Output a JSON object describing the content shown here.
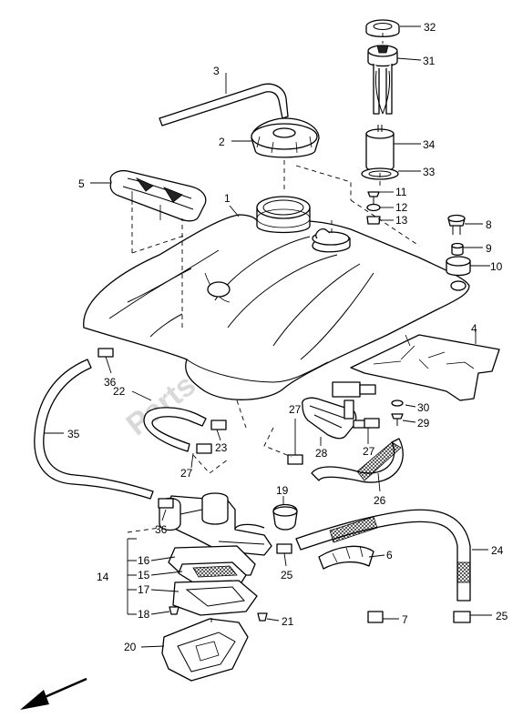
{
  "watermark": "PartsRepublik",
  "callouts": [
    {
      "id": "c1",
      "label": "1"
    },
    {
      "id": "c2",
      "label": "2"
    },
    {
      "id": "c3",
      "label": "3"
    },
    {
      "id": "c4",
      "label": "4"
    },
    {
      "id": "c5",
      "label": "5"
    },
    {
      "id": "c6",
      "label": "6"
    },
    {
      "id": "c7",
      "label": "7"
    },
    {
      "id": "c8",
      "label": "8"
    },
    {
      "id": "c9",
      "label": "9"
    },
    {
      "id": "c10",
      "label": "10"
    },
    {
      "id": "c11",
      "label": "11"
    },
    {
      "id": "c12",
      "label": "12"
    },
    {
      "id": "c13",
      "label": "13"
    },
    {
      "id": "c14",
      "label": "14"
    },
    {
      "id": "c15",
      "label": "15"
    },
    {
      "id": "c16",
      "label": "16"
    },
    {
      "id": "c17",
      "label": "17"
    },
    {
      "id": "c18",
      "label": "18"
    },
    {
      "id": "c19",
      "label": "19"
    },
    {
      "id": "c20",
      "label": "20"
    },
    {
      "id": "c21",
      "label": "21"
    },
    {
      "id": "c22",
      "label": "22"
    },
    {
      "id": "c23",
      "label": "23"
    },
    {
      "id": "c24",
      "label": "24"
    },
    {
      "id": "c25a",
      "label": "25"
    },
    {
      "id": "c25b",
      "label": "25"
    },
    {
      "id": "c26",
      "label": "26"
    },
    {
      "id": "c27a",
      "label": "27"
    },
    {
      "id": "c27b",
      "label": "27"
    },
    {
      "id": "c27c",
      "label": "27"
    },
    {
      "id": "c28",
      "label": "28"
    },
    {
      "id": "c29",
      "label": "29"
    },
    {
      "id": "c30",
      "label": "30"
    },
    {
      "id": "c31",
      "label": "31"
    },
    {
      "id": "c32",
      "label": "32"
    },
    {
      "id": "c33",
      "label": "33"
    },
    {
      "id": "c34",
      "label": "34"
    },
    {
      "id": "c35",
      "label": "35"
    },
    {
      "id": "c36a",
      "label": "36"
    },
    {
      "id": "c36b",
      "label": "36"
    }
  ]
}
